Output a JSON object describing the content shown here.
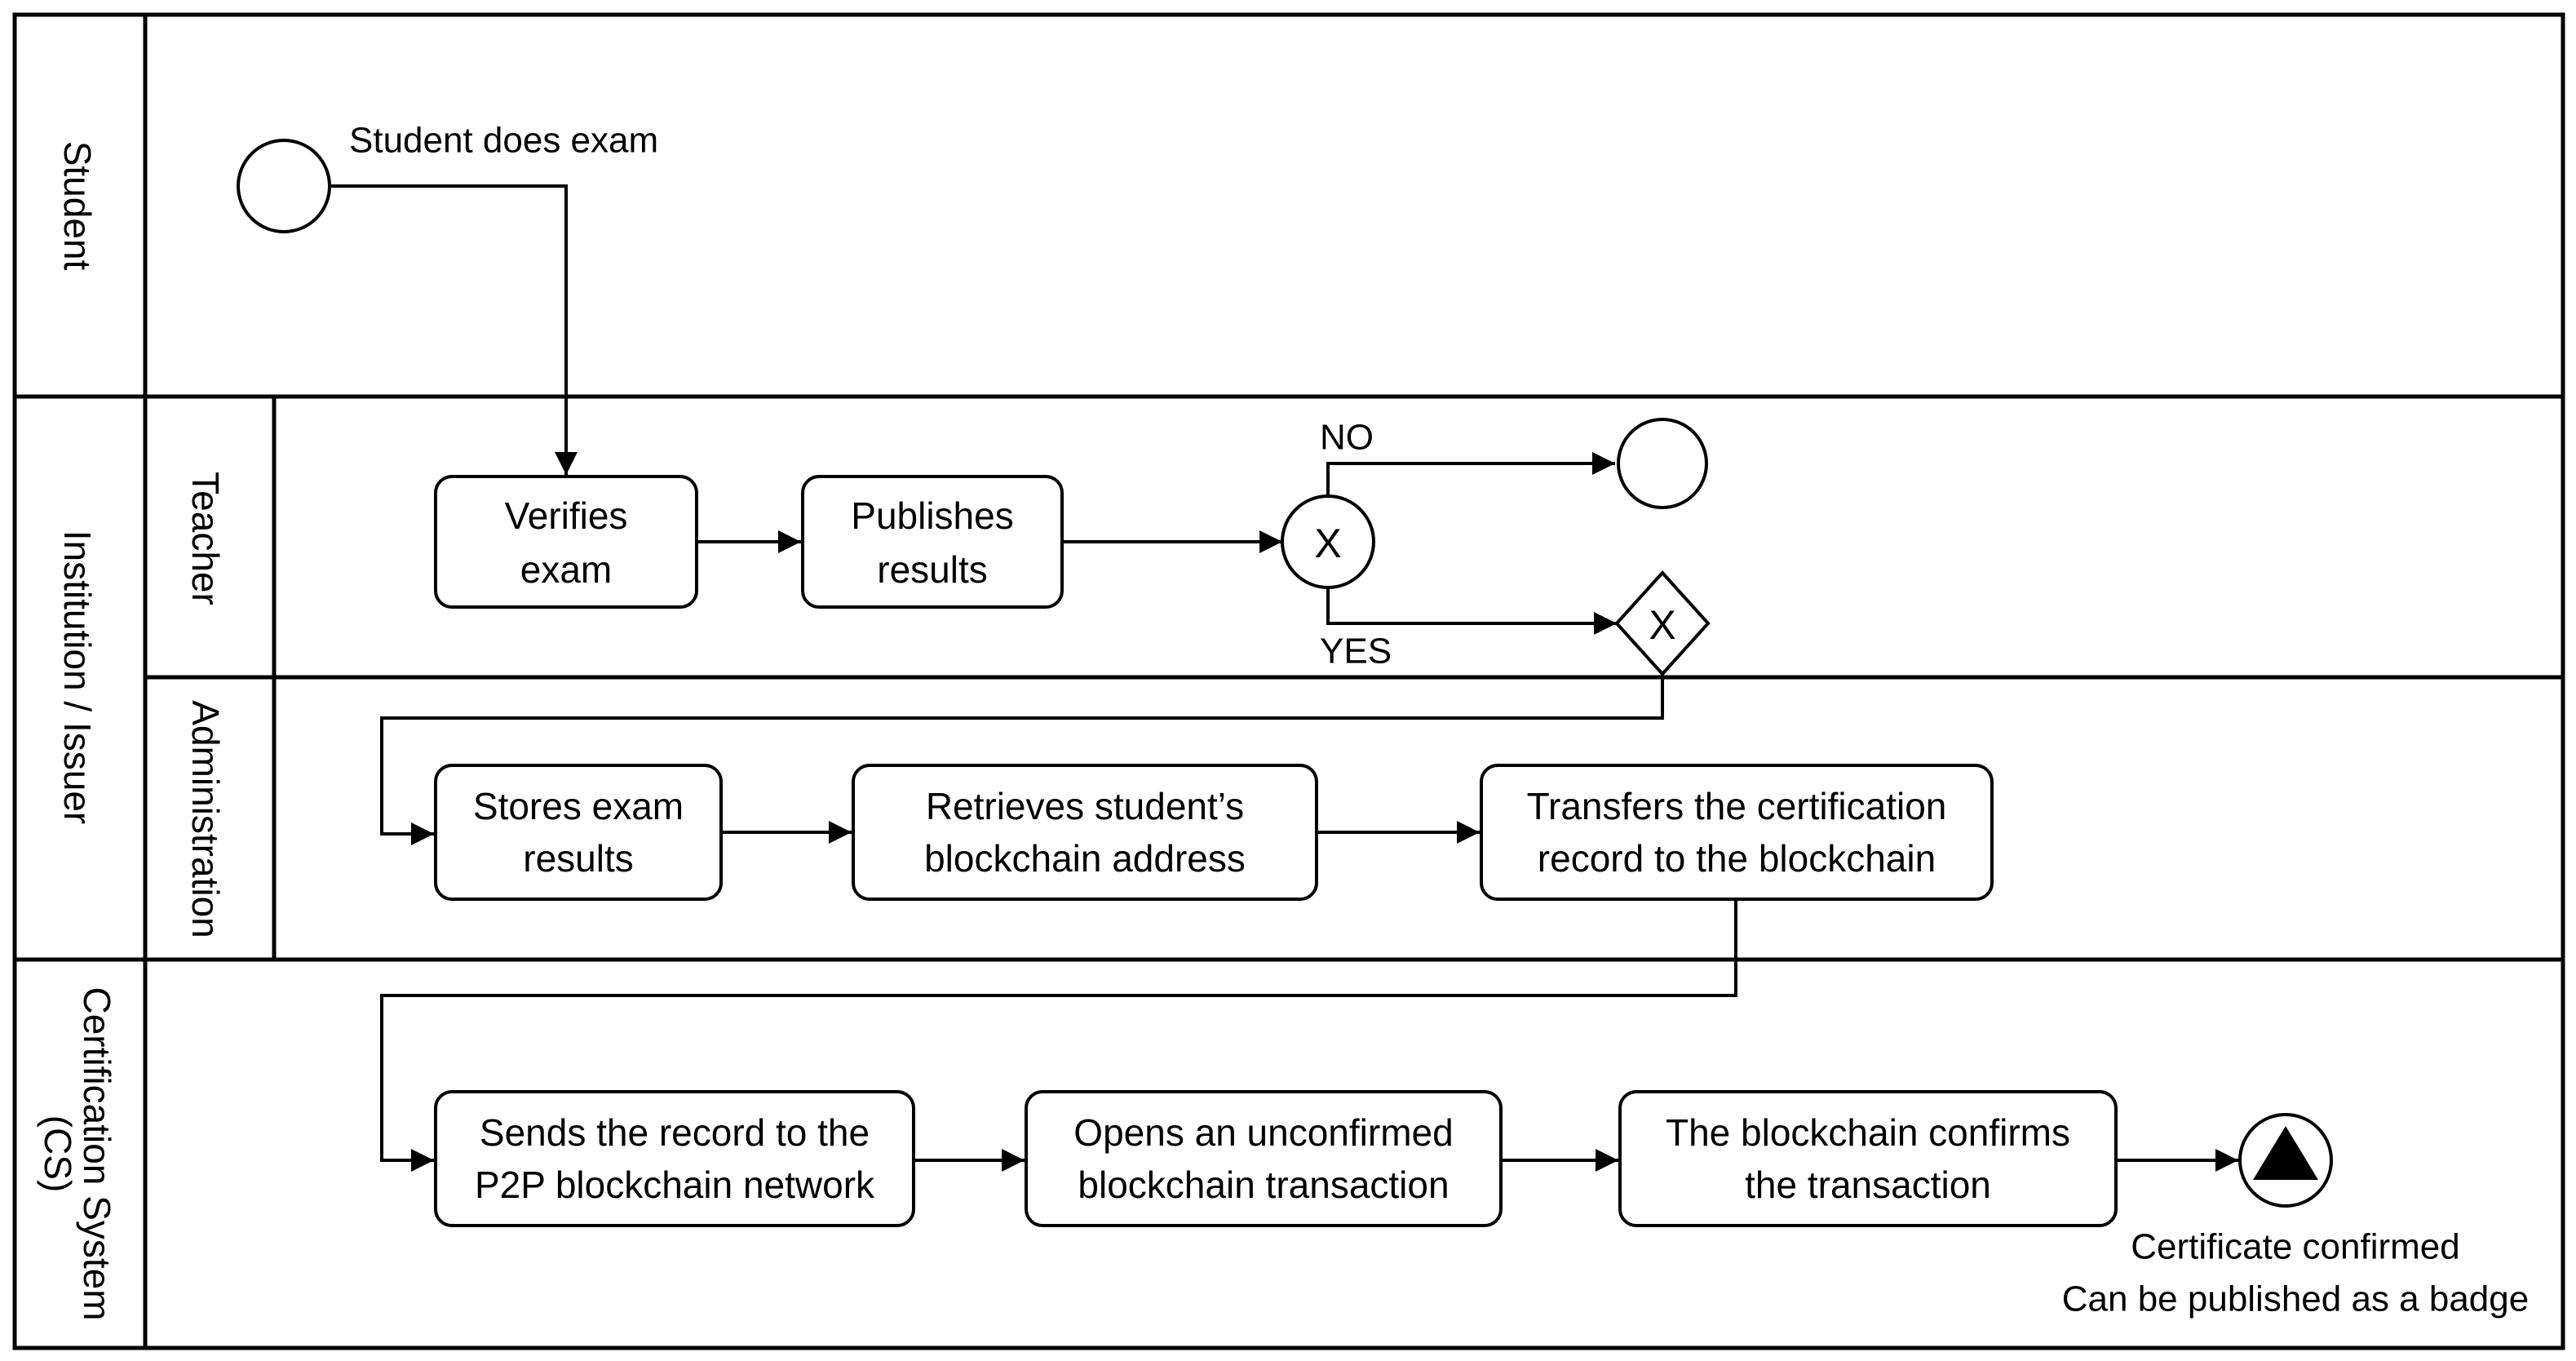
{
  "lanes": {
    "student": "Student",
    "institution": "Institution / Issuer",
    "teacher": "Teacher",
    "administration": "Administration",
    "cs": [
      "Certification System",
      "(CS)"
    ]
  },
  "events": {
    "start_label": "Student does exam",
    "end_label": [
      "Certificate confirmed",
      "Can be published as a badge"
    ]
  },
  "tasks": {
    "verifies": [
      "Verifies",
      "exam"
    ],
    "publishes": [
      "Publishes",
      "results"
    ],
    "stores": [
      "Stores exam",
      "results"
    ],
    "retrieves": [
      "Retrieves student’s",
      "blockchain address"
    ],
    "transfers": [
      "Transfers the certification",
      "record to the blockchain"
    ],
    "sends": [
      "Sends the record to the",
      "P2P blockchain network"
    ],
    "opens": [
      "Opens an unconfirmed",
      "blockchain transaction"
    ],
    "confirms": [
      "The blockchain confirms",
      "the transaction"
    ]
  },
  "gateways": {
    "xor_symbol": "X",
    "no_label": "NO",
    "yes_label": "YES"
  },
  "colors": {
    "stroke": "#000000",
    "background": "#ffffff"
  }
}
